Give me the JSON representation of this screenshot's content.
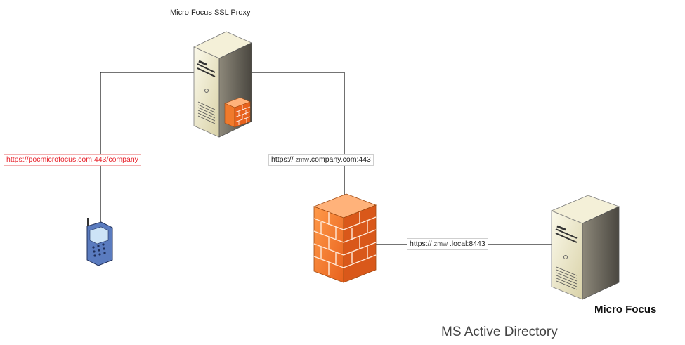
{
  "nodes": {
    "proxy": {
      "title": "Micro Focus SSL Proxy",
      "icon": "server-icon"
    },
    "phone": {
      "icon": "mobile-phone-icon"
    },
    "firewall": {
      "icon": "firewall-icon"
    },
    "ad_server": {
      "icon": "server-icon",
      "label": "Micro Focus",
      "sublabel": "MS Active Directory"
    }
  },
  "links": {
    "client_to_proxy": {
      "url": "https://pocmicrofocus.com:443/company",
      "color": "#e8202a"
    },
    "proxy_to_firewall": {
      "prefix": "https://",
      "host": "zmw",
      "suffix": ".company.com:443"
    },
    "firewall_to_ad": {
      "prefix": "https://",
      "host": "zmw",
      "suffix": ".local:8443"
    }
  },
  "colors": {
    "line": "#222222",
    "server_body": "#ece6c4",
    "firewall_brick": "#f07a2c"
  }
}
